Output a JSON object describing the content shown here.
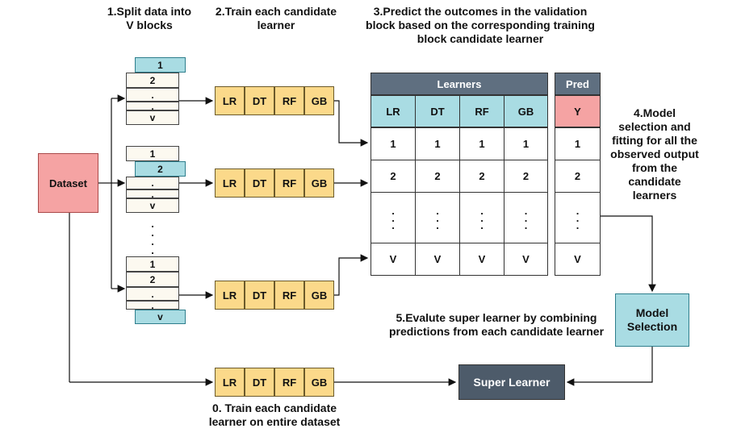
{
  "steps": {
    "step0": "0. Train each candidate learner on entire dataset",
    "step1": "1.Split data into V blocks",
    "step2": "2.Train each candidate learner",
    "step3": "3.Predict the outcomes in the validation block based on the corresponding training block candidate learner",
    "step4": "4.Model selection and fitting for all the observed output from the candidate learners",
    "step5": "5.Evalute super learner by combining predictions from each candidate learner"
  },
  "dataset_label": "Dataset",
  "learners": [
    "LR",
    "DT",
    "RF",
    "GB"
  ],
  "blocks": {
    "one": "1",
    "two": "2",
    "dot": ".",
    "v": "v",
    "mid_dot": "."
  },
  "table": {
    "header": "Learners",
    "pred_header": "Pred",
    "columns": [
      "LR",
      "DT",
      "RF",
      "GB"
    ],
    "pred_col": "Y",
    "rows": [
      [
        "1",
        "1",
        "1",
        "1",
        "1"
      ],
      [
        "2",
        "2",
        "2",
        "2",
        "2"
      ],
      [
        "V",
        "V",
        "V",
        "V",
        "V"
      ]
    ]
  },
  "model_selection_label": "Model Selection",
  "super_learner_label": "Super Learner",
  "colors": {
    "dataset": "#f5a3a3",
    "learner": "#fbd98a",
    "block_highlight": "#a9dce3",
    "table_header": "#5f6f80",
    "super_learner": "#4d5b6a",
    "model_selection": "#a9dce3"
  }
}
